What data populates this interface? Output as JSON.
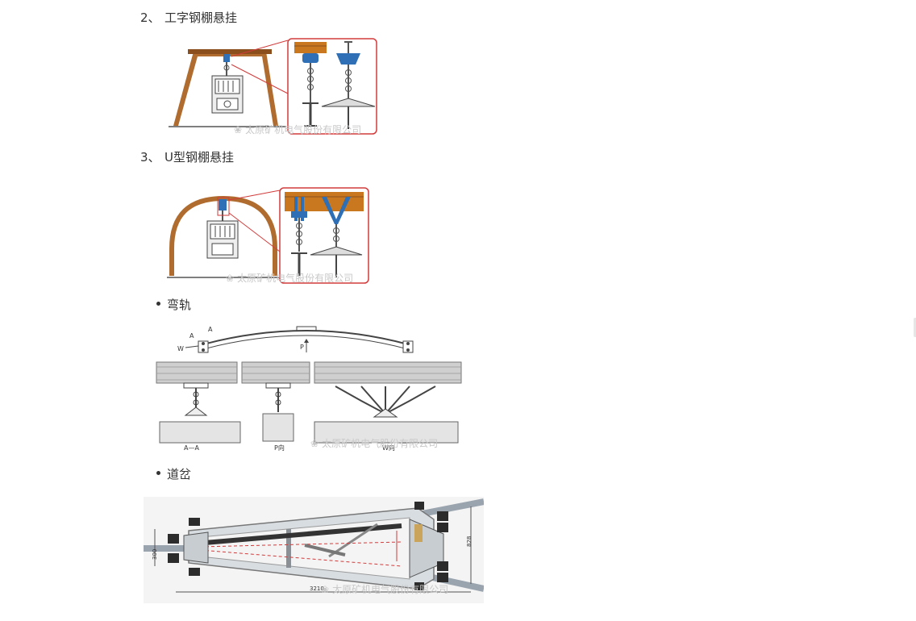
{
  "sections": [
    {
      "number": "2、",
      "title": "工字钢棚悬挂"
    },
    {
      "number": "3、",
      "title": "U型钢棚悬挂"
    }
  ],
  "bullets": [
    {
      "title": "弯轨"
    },
    {
      "title": "道岔"
    }
  ],
  "watermark": "太原矿机电气股份有限公司",
  "watermark_icon": "wechat-icon",
  "curve_labels": {
    "a1": "A",
    "a2": "A",
    "w": "W",
    "p": "P",
    "section_aa": "A—A",
    "section_p": "P向",
    "section_w": "W向"
  },
  "turnout_dims": {
    "left": "300",
    "right": "828",
    "bottom": "3210"
  },
  "colors": {
    "frame": "#b06c2e",
    "beam": "#c9781f",
    "clamp": "#2f6fb5",
    "callout": "#d23b3b",
    "rail": "#9aa4ae"
  }
}
